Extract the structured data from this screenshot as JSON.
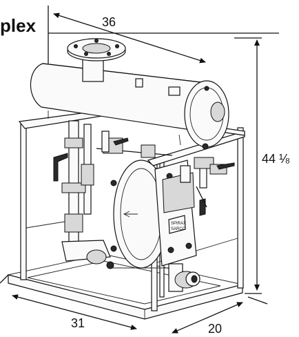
{
  "title_fragment": "plex",
  "dimensions": {
    "width": "36",
    "height": "44 ⅛",
    "length": "31",
    "depth": "20"
  },
  "nameplate": {
    "line1": "SPIRAX",
    "line2": "SARCO"
  },
  "colors": {
    "line": "#111111",
    "background": "#ffffff"
  }
}
